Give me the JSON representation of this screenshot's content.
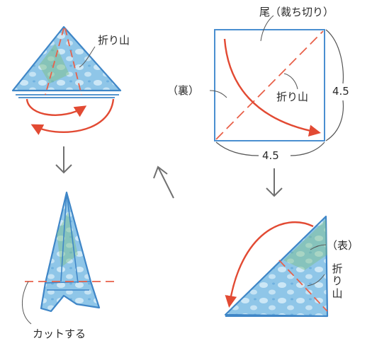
{
  "colors": {
    "paper_fill": "#8fc6e8",
    "paper_spots": "#d7ecf8",
    "paper_green": "#7dbf87",
    "paper_edge": "#3f86c7",
    "fold_line": "#e8614a",
    "arrow_red": "#e24a33",
    "arrow_gray": "#707070",
    "square_border": "#4a8fd0",
    "ink": "#2a2a2a"
  },
  "labels": {
    "tail_cut_edge": "尾（裁ち切り）",
    "back_side": "（裏）",
    "fold_mountain_square": "折り山",
    "side_right": "4.5",
    "side_bottom": "4.5",
    "front_side": "（表）",
    "fold_mountain_step2": "折り山",
    "fold_mountain_step3": "折り山",
    "cut_here": "カットする"
  },
  "icons": {
    "down_arrow_right": "down-arrow-icon",
    "down_arrow_left": "down-arrow-icon",
    "diagonal_arrow": "up-left-arrow-icon"
  }
}
